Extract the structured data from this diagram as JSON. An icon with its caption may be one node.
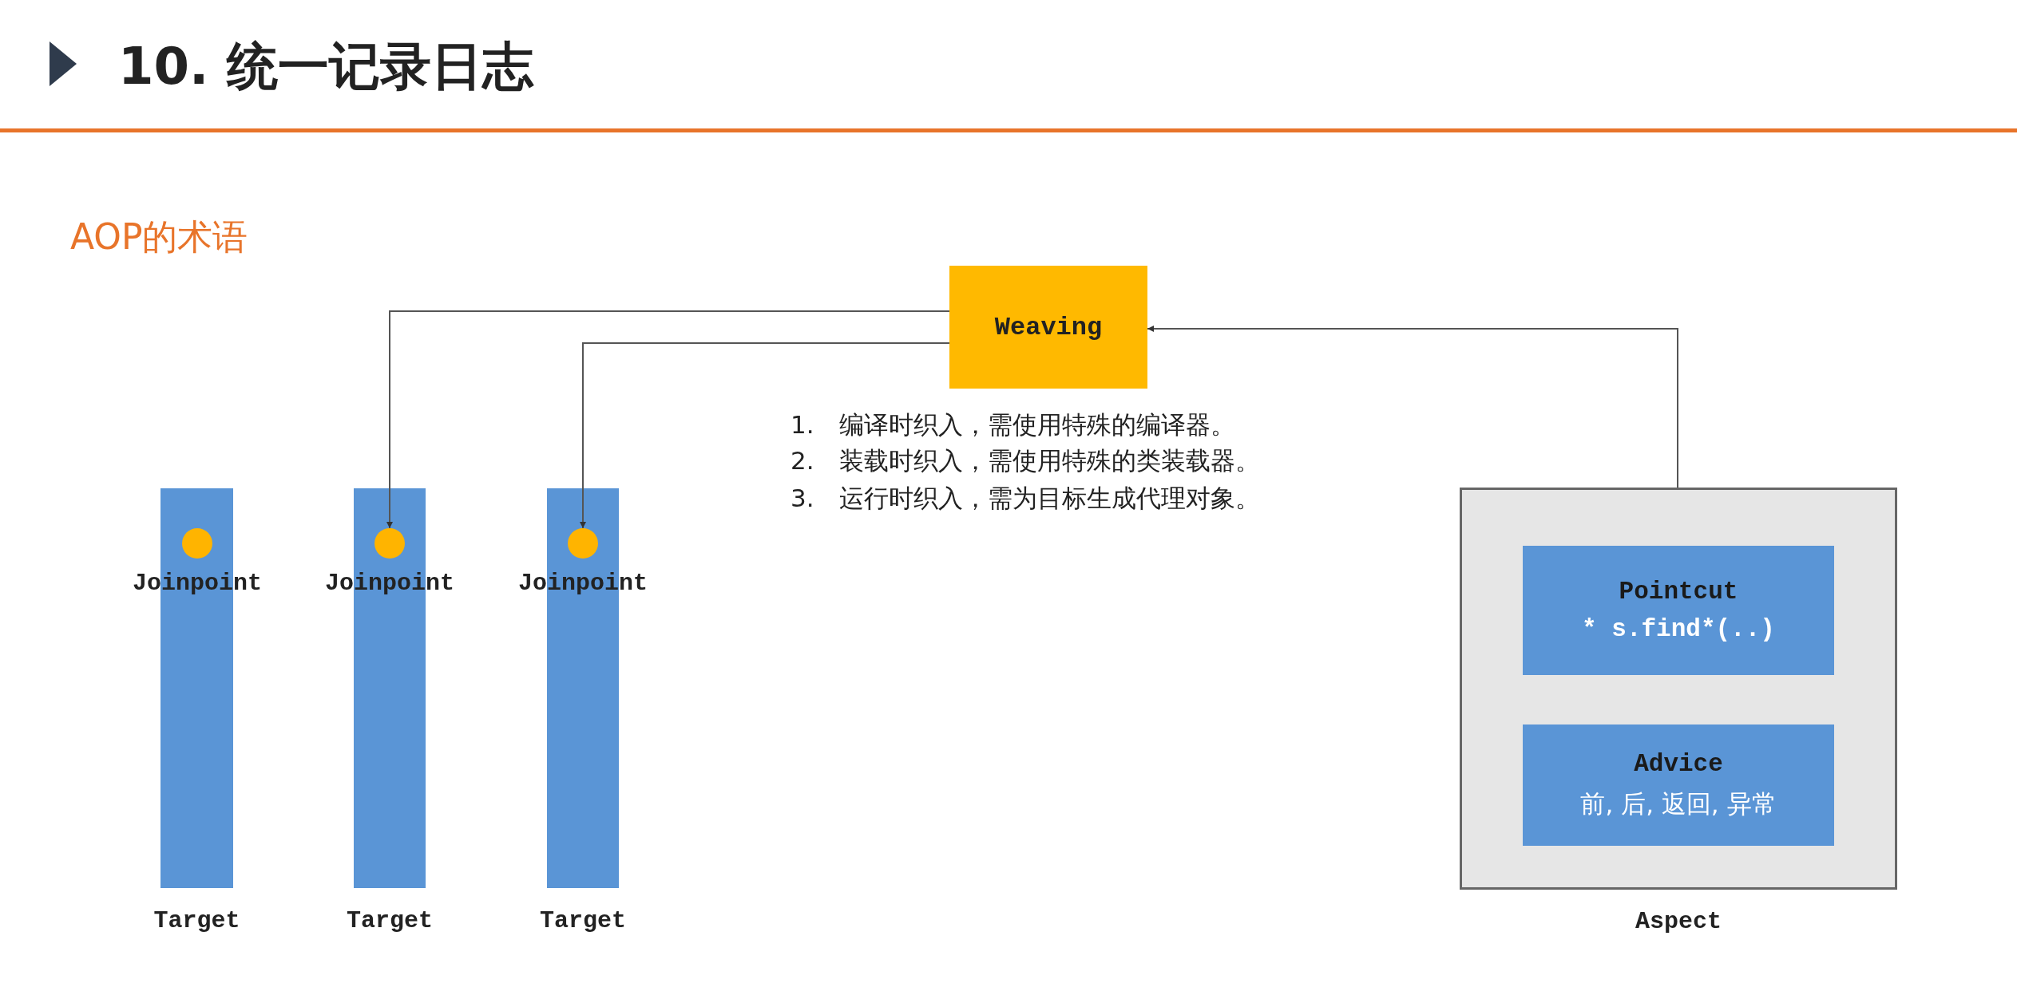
{
  "diagram": {
    "title": "10. 统一记录日志",
    "nodes": [
      {
        "text": [
          "Weaving"
        ]
      },
      {
        "text": [
          "Target"
        ]
      },
      {
        "text": [
          "Joinpoint"
        ],
        "in": 1
      },
      {
        "text": [
          "Target"
        ]
      },
      {
        "text": [
          "Joinpoint"
        ],
        "in": 3
      },
      {
        "text": [
          "Target"
        ]
      },
      {
        "text": [
          "Joinpoint"
        ],
        "in": 5
      },
      {
        "text": [
          "Aspect"
        ]
      },
      {
        "text": [
          "Pointcut",
          "* s.find*(..)"
        ],
        "in": 7
      },
      {
        "text": [
          "Advice",
          "前, 后, 返回, 异常"
        ],
        "in": 7
      }
    ],
    "edges": [
      {
        "from": 0,
        "to": 4,
        "arrow": "to"
      },
      {
        "from": 0,
        "to": 6,
        "arrow": "to"
      },
      {
        "from": 7,
        "to": 0,
        "arrow": "to"
      }
    ],
    "labels": [
      "AOP的术语",
      "1.　编译时织入，需使用特殊的编译器。",
      "2.　装载时织入，需使用特殊的类装载器。",
      "3.　运行时织入，需为目标生成代理对象。"
    ]
  }
}
